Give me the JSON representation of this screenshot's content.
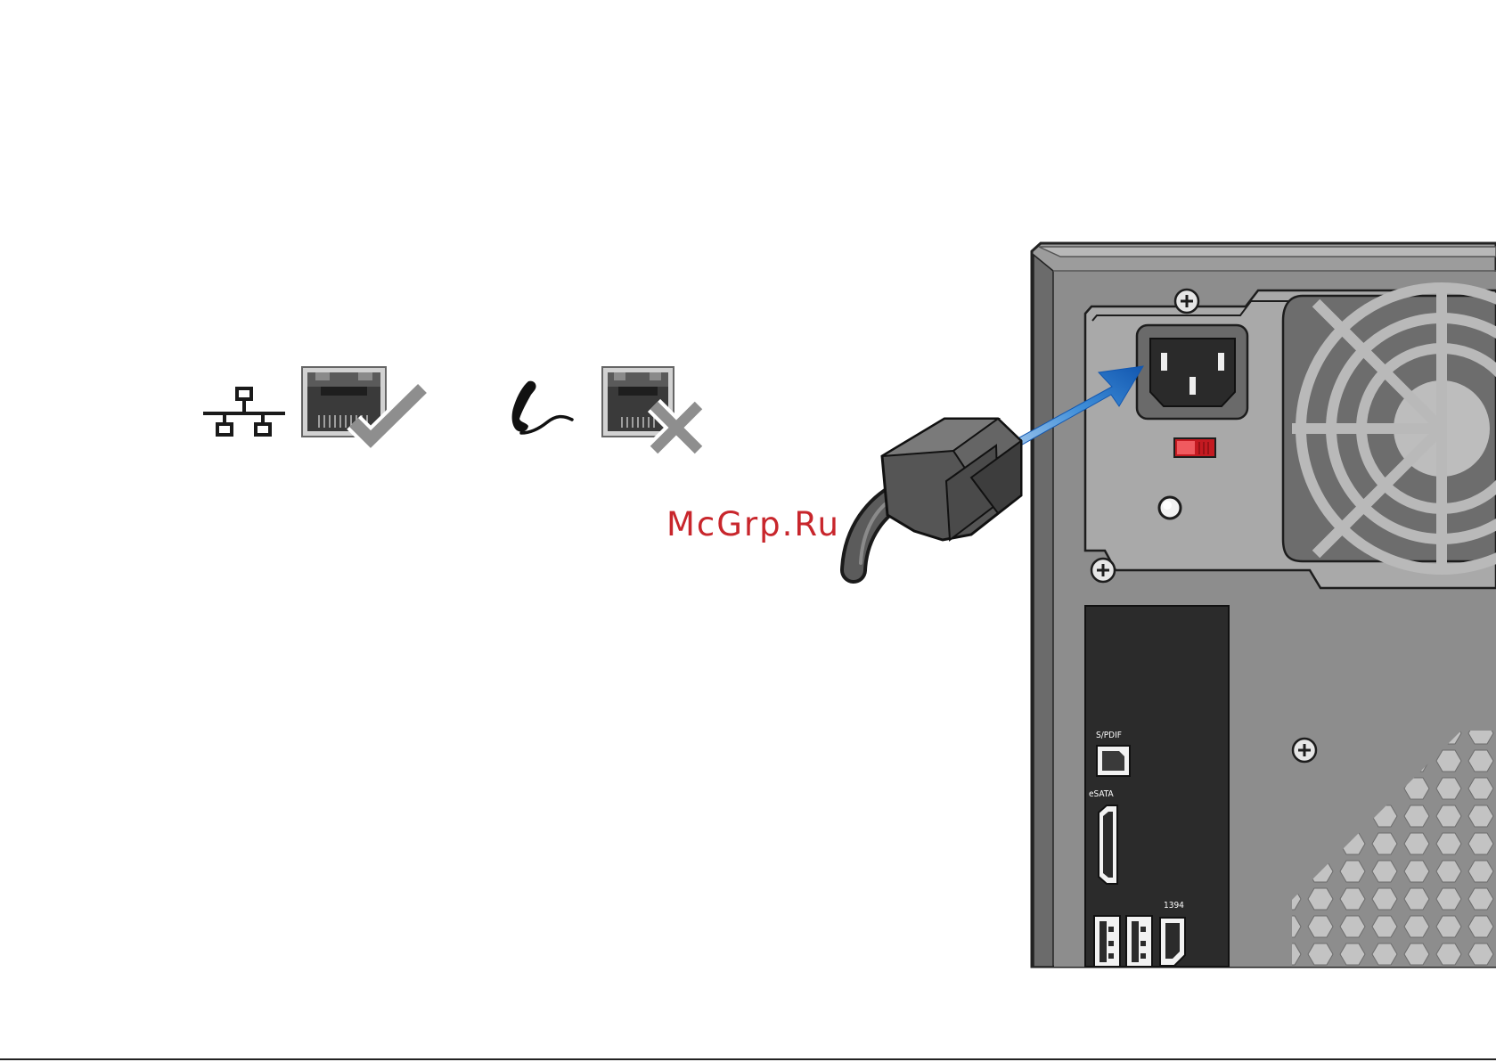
{
  "watermark": "McGrp.Ru",
  "ports": {
    "spdif_label": "S/PDIF",
    "esata_label": "eSATA",
    "ieee1394_label": "1394"
  },
  "icons": {
    "network": "network-icon",
    "modem": "telephone-icon",
    "check": "check-mark-icon",
    "cross": "cross-mark-icon",
    "arrow": "arrow-icon",
    "plug": "power-plug-icon"
  },
  "colors": {
    "arrow": "#1f6fc6",
    "switch": "#e8242a",
    "watermark": "#c8262c",
    "chassis": "#8a8a8a",
    "panel": "#2b2b2b"
  }
}
